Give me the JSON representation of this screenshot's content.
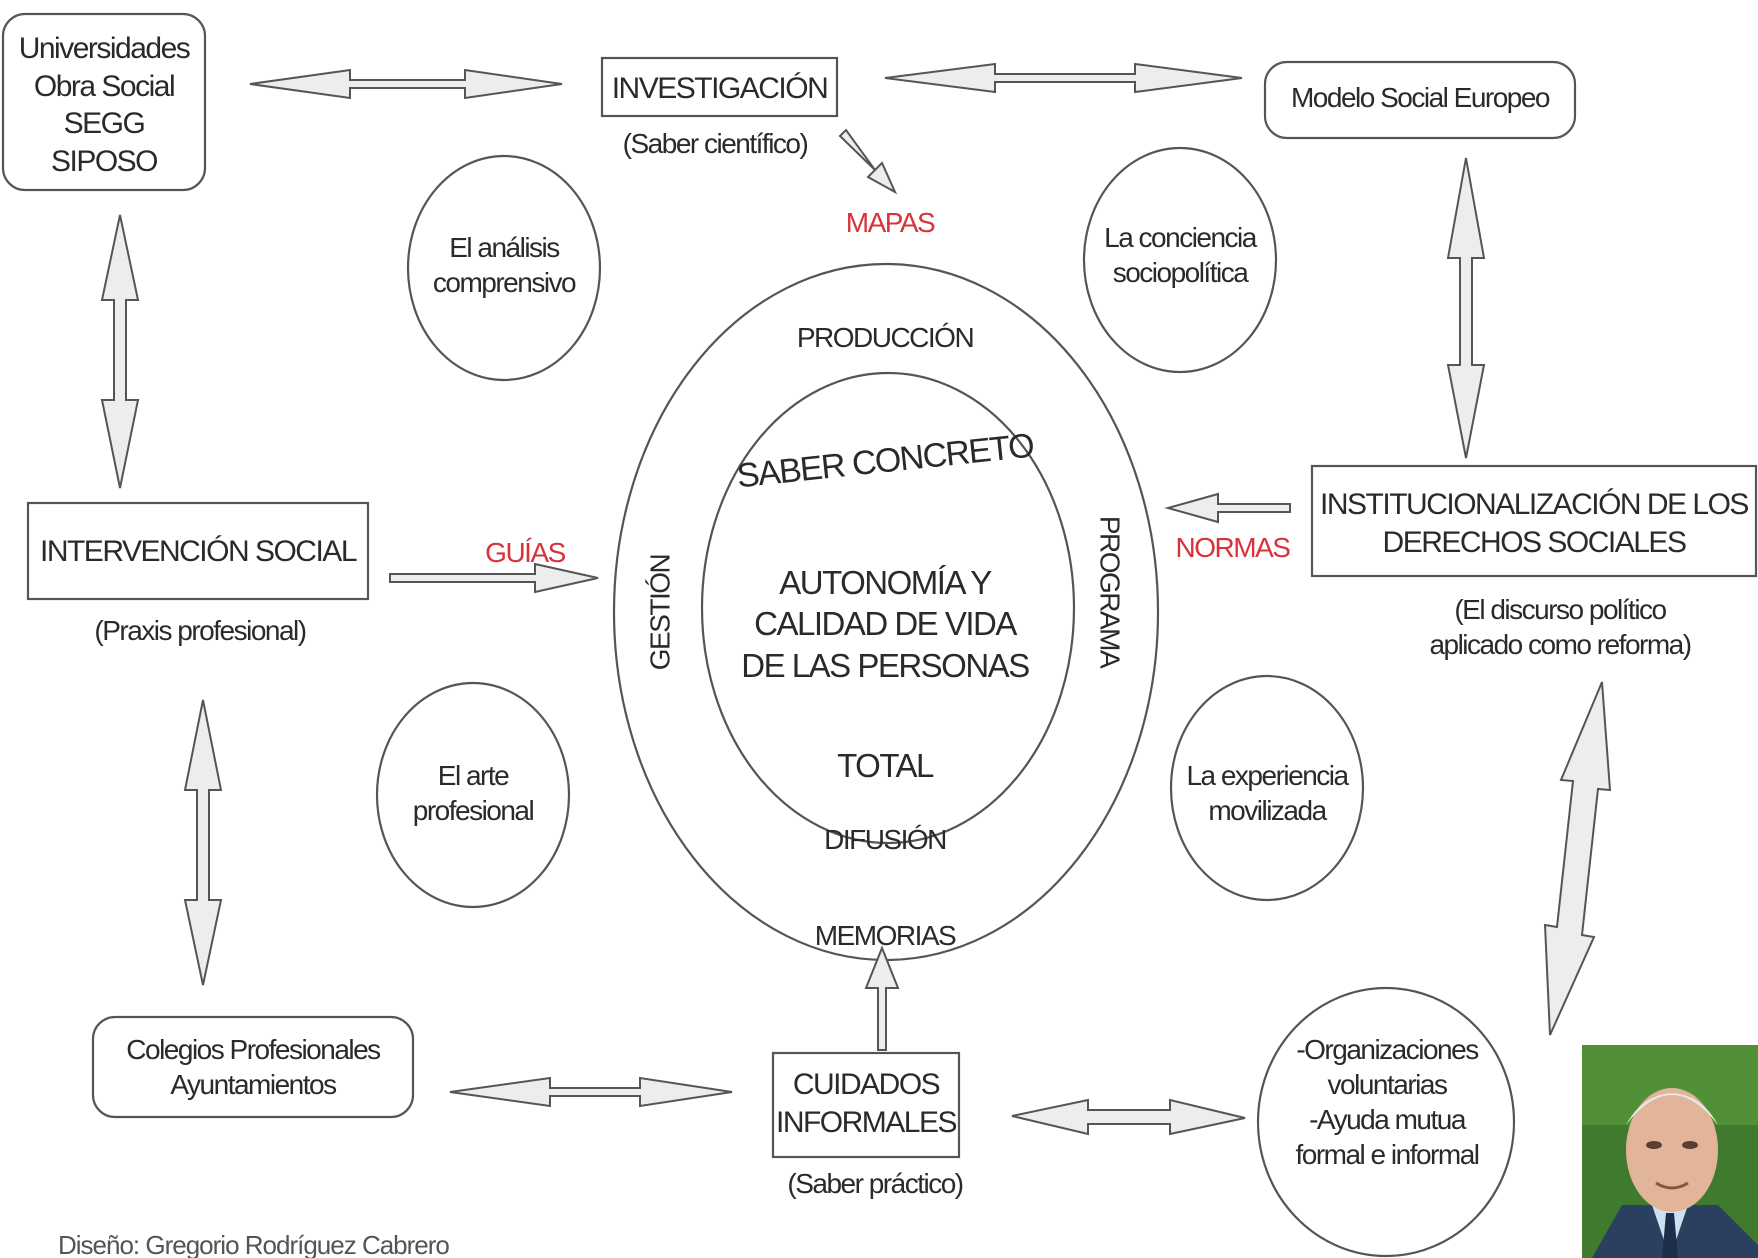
{
  "nodes": {
    "universidades": "Universidades\nObra Social\nSEGG\nSIPOSO",
    "investigacion": "INVESTIGACIÓN",
    "investigacion_sub": "(Saber científico)",
    "modelo_social": "Modelo Social Europeo",
    "intervencion": "INTERVENCIÓN SOCIAL",
    "intervencion_sub": "(Praxis profesional)",
    "institucionalizacion": "INSTITUCIONALIZACIÓN DE LOS\nDERECHOS SOCIALES",
    "institucionalizacion_sub": "(El discurso político\naplicado como reforma)",
    "colegios": "Colegios Profesionales\nAyuntamientos",
    "cuidados": "CUIDADOS\nINFORMALES",
    "cuidados_sub": "(Saber práctico)",
    "organizaciones": "-Organizaciones\nvoluntarias\n-Ayuda mutua\nformal e informal"
  },
  "ovals": {
    "analisis": "El análisis\ncomprensivo",
    "conciencia": "La conciencia\nsociopolítica",
    "arte": "El arte\nprofesional",
    "experiencia": "La experiencia\nmovilizada"
  },
  "center": {
    "produccion": "PRODUCCIÓN",
    "gestion": "GESTIÓN",
    "programa": "PROGRAMA",
    "difusion": "DIFUSIÓN",
    "saber_concreto": "SABER CONCRETO",
    "autonomia": "AUTONOMÍA Y\nCALIDAD DE VIDA\nDE LAS PERSONAS",
    "total": "TOTAL"
  },
  "connectors": {
    "mapas": "MAPAS",
    "guias": "GUÍAS",
    "normas": "NORMAS",
    "memorias": "MEMORIAS"
  },
  "colors": {
    "accent_red": "#d9333a",
    "line": "#4a4a4a",
    "arrow_fill": "#9a9a9a"
  },
  "photo_icon": "portrait-photo",
  "credit": "Diseño: Gregorio Rodríguez Cabrero"
}
